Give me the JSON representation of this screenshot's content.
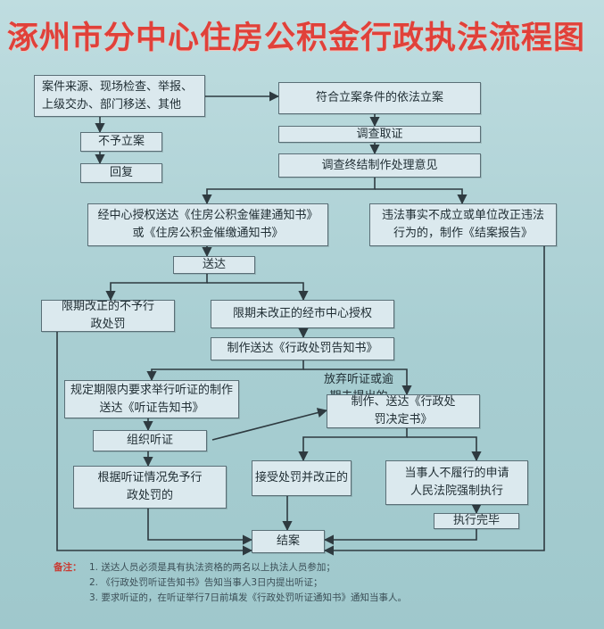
{
  "title": "涿州市分中心住房公积金行政执法流程图",
  "nodes": {
    "case_source": "案件来源、现场检查、举报、上级交办、部门移送、其他",
    "no_filing": "不予立案",
    "reply": "回复",
    "filing": "符合立案条件的依法立案",
    "investigate": "调查取证",
    "opinion": "调查终结制作处理意见",
    "urge_notice": "经中心授权送达《住房公积金催建通知书》或《住房公积金催缴通知书》",
    "close_report": "违法事实不成立或单位改正违法行为的，制作《结案报告》",
    "deliver": "送达",
    "corrected_no_penalty": "限期改正的不予行政处罚",
    "not_corrected": "限期未改正的经市中心授权",
    "penalty_notice": "制作送达《行政处罚告知书》",
    "hearing_notice": "规定期限内要求举行听证的制作送达《听证告知书》",
    "waive_hearing": "放弃听证或逾期未提出的",
    "penalty_decision": "制作、送达《行政处罚决定书》",
    "organize_hearing": "组织听证",
    "exempt_after_hearing": "根据听证情况免予行政处罚的",
    "accept_penalty": "接受处罚并改正的",
    "court_enforce": "当事人不履行的申请人民法院强制执行",
    "execution_done": "执行完毕",
    "case_closed": "结案"
  },
  "notes": {
    "label": "备注：",
    "items": [
      "1. 送达人员必须是具有执法资格的两名以上执法人员参加；",
      "2. 《行政处罚听证告知书》告知当事人3日内提出听证；",
      "3. 要求听证的，在听证举行7日前填发《行政处罚听证通知书》通知当事人。"
    ]
  },
  "colors": {
    "title": "#e0413a",
    "background": "#a9cdd1",
    "box_fill": "#dbe9ee",
    "line": "#2e3a40"
  }
}
